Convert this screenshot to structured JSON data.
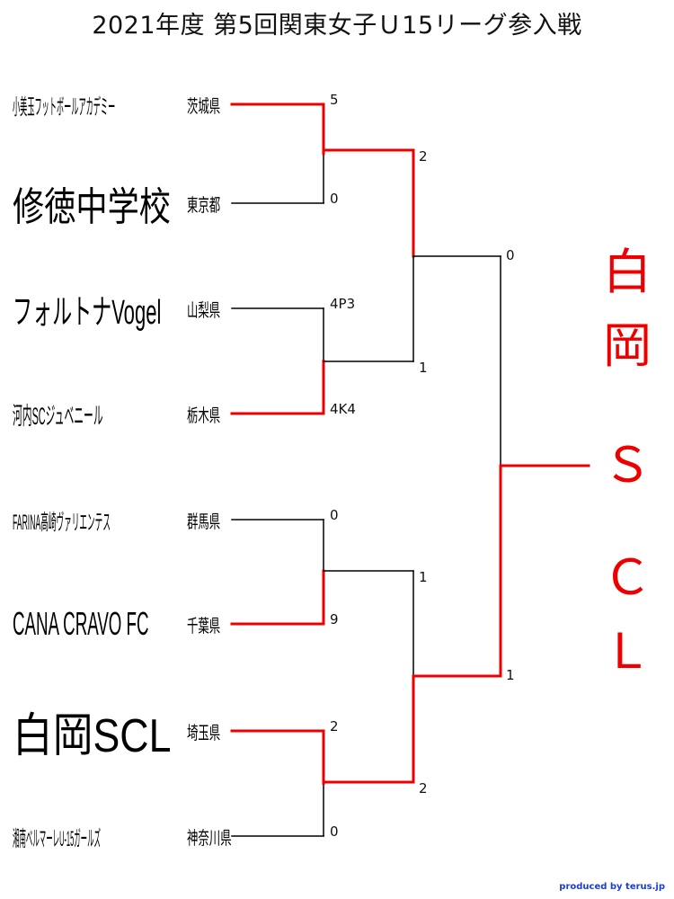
{
  "title": "2021年度 第5回関東女子Ｕ15リーグ参入戦",
  "teams": [
    {
      "name": "小美玉フットボールアカデミー",
      "pref": "茨城県",
      "score": "5",
      "winner": true
    },
    {
      "name": "修徳中学校",
      "pref": "東京都",
      "score": "0",
      "winner": false
    },
    {
      "name": "フォルトナVogel",
      "pref": "山梨県",
      "score": "4P3",
      "winner": false
    },
    {
      "name": "河内SCジュベニール",
      "pref": "栃木県",
      "score": "4K4",
      "winner": true
    },
    {
      "name": "FARINA高崎ヴァリエンテス",
      "pref": "群馬県",
      "score": "0",
      "winner": false
    },
    {
      "name": "CANA CRAVO FC",
      "pref": "千葉県",
      "score": "9",
      "winner": true
    },
    {
      "name": "白岡SCL",
      "pref": "埼玉県",
      "score": "2",
      "winner": true
    },
    {
      "name": "湘南ベルマーレU-15ガールズ",
      "pref": "神奈川県",
      "score": "0",
      "winner": false
    }
  ],
  "round2_scores": [
    "2",
    "1",
    "1",
    "2"
  ],
  "round3_scores": [
    "0",
    "1"
  ],
  "champion": "白岡ＳＣＬ",
  "champion_chars": [
    "白",
    "岡",
    "Ｓ",
    "Ｃ",
    "Ｌ"
  ],
  "credit": "produced by terus.jp",
  "colors": {
    "win_line": "#ee0000",
    "line": "#000000",
    "champion": "#ee0000",
    "credit": "#1a3fd6"
  }
}
